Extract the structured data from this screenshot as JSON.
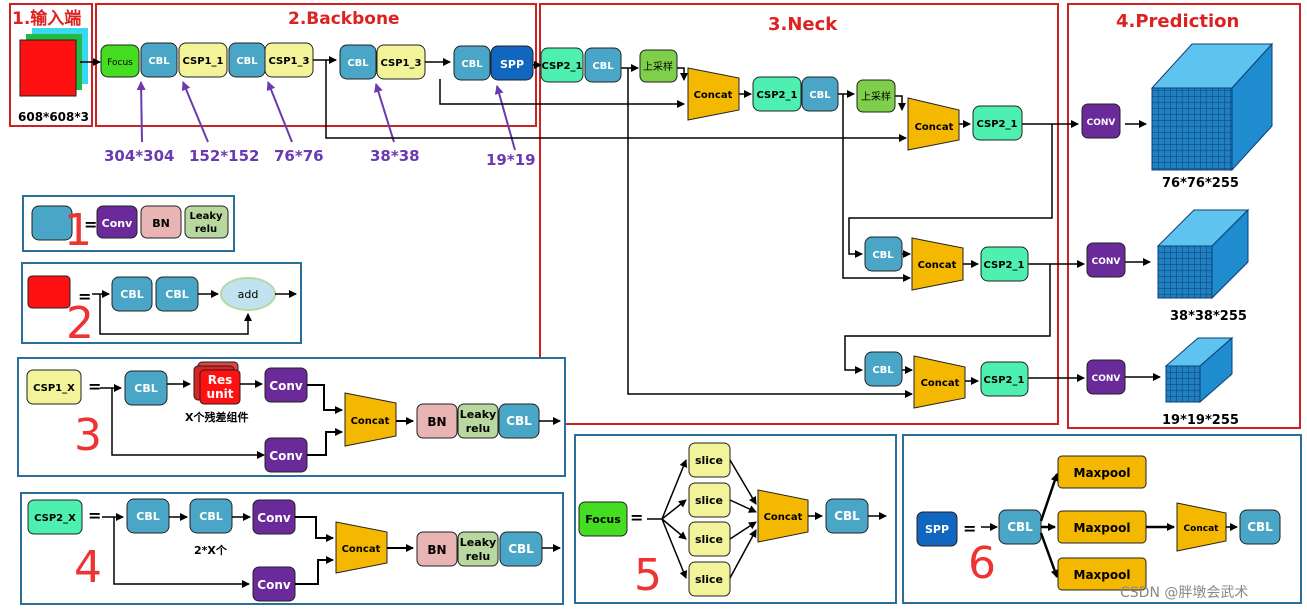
{
  "sections": {
    "input": "1.输入端",
    "backbone": "2.Backbone",
    "neck": "3.Neck",
    "prediction": "4.Prediction"
  },
  "input_size": "608*608*3",
  "backbone": {
    "focus": "Focus",
    "cbl": "CBL",
    "csp1_1": "CSP1_1",
    "csp1_3": "CSP1_3",
    "spp": "SPP"
  },
  "sizes": {
    "s304": "304*304",
    "s152": "152*152",
    "s76": "76*76",
    "s38": "38*38",
    "s19": "19*19"
  },
  "neck": {
    "csp2_1": "CSP2_1",
    "cbl": "CBL",
    "upsample": "上采样",
    "concat": "Concat"
  },
  "prediction": {
    "conv": "CONV",
    "out76": "76*76*255",
    "out38": "38*38*255",
    "out19": "19*19*255"
  },
  "legend": {
    "l1": {
      "num": "1",
      "eq": "=",
      "conv": "Conv",
      "bn": "BN",
      "leaky": [
        "Leaky",
        "relu"
      ]
    },
    "l2": {
      "num": "2",
      "eq": "=",
      "cbl": "CBL",
      "add": "add"
    },
    "l3": {
      "num": "3",
      "name": "CSP1_X",
      "eq": "=",
      "cbl": "CBL",
      "res": [
        "Res",
        "unit"
      ],
      "res_caption": "X个残差组件",
      "conv": "Conv",
      "concat": "Concat",
      "bn": "BN",
      "leaky": [
        "Leaky",
        "relu"
      ]
    },
    "l4": {
      "num": "4",
      "name": "CSP2_X",
      "eq": "=",
      "cbl": "CBL",
      "caption": "2*X个",
      "conv": "Conv",
      "concat": "Concat",
      "bn": "BN",
      "leaky": [
        "Leaky",
        "relu"
      ]
    },
    "l5": {
      "num": "5",
      "name": "Focus",
      "eq": "=",
      "slice": "slice",
      "concat": "Concat",
      "cbl": "CBL"
    },
    "l6": {
      "num": "6",
      "name": "SPP",
      "eq": "=",
      "cbl": "CBL",
      "maxpool": "Maxpool",
      "concat": "Concat"
    }
  },
  "watermark": "CSDN @胖墩会武术",
  "colors": {
    "section_border": "#cc2222",
    "legend_border": "#2a6e9a",
    "cbl": "#4aa6c6",
    "csp1": "#f3f39a",
    "csp2": "#4ef0b0",
    "focus": "#44dd22",
    "spp": "#1166c0",
    "concat": "#f5b800",
    "conv": "#6a2a9a",
    "bn": "#e8b4b4",
    "leaky": "#b8d8a0",
    "upsample": "#7ecf4a",
    "cube": "#2a9ad8",
    "number": "#ee3333",
    "size_text": "#6a3ab0"
  }
}
